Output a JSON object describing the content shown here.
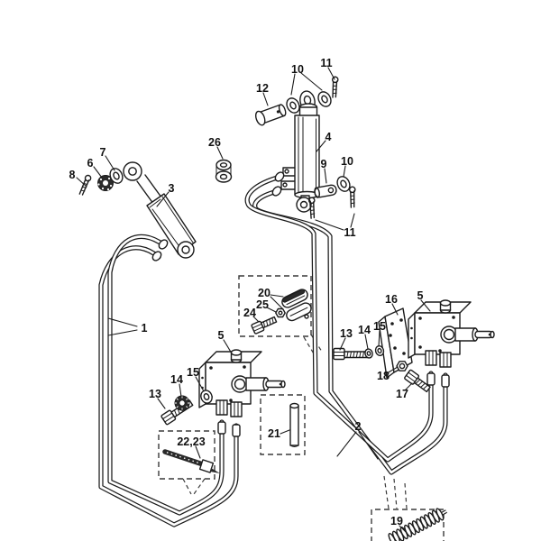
{
  "diagram": {
    "type": "exploded-parts-diagram",
    "colors": {
      "line": "#1b1b1b",
      "background": "#ffffff"
    },
    "callouts": {
      "n1": "1",
      "n2": "2",
      "n3": "3",
      "n4": "4",
      "n5": "5",
      "n6": "6",
      "n7": "7",
      "n8": "8",
      "n9": "9",
      "n10": "10",
      "n11": "11",
      "n12": "12",
      "n13": "13",
      "n14": "14",
      "n15": "15",
      "n16": "16",
      "n17": "17",
      "n18": "18",
      "n19": "19",
      "n20": "20",
      "n21": "21",
      "n22_23": "22,23",
      "n24": "24",
      "n25": "25",
      "n26": "26"
    }
  }
}
